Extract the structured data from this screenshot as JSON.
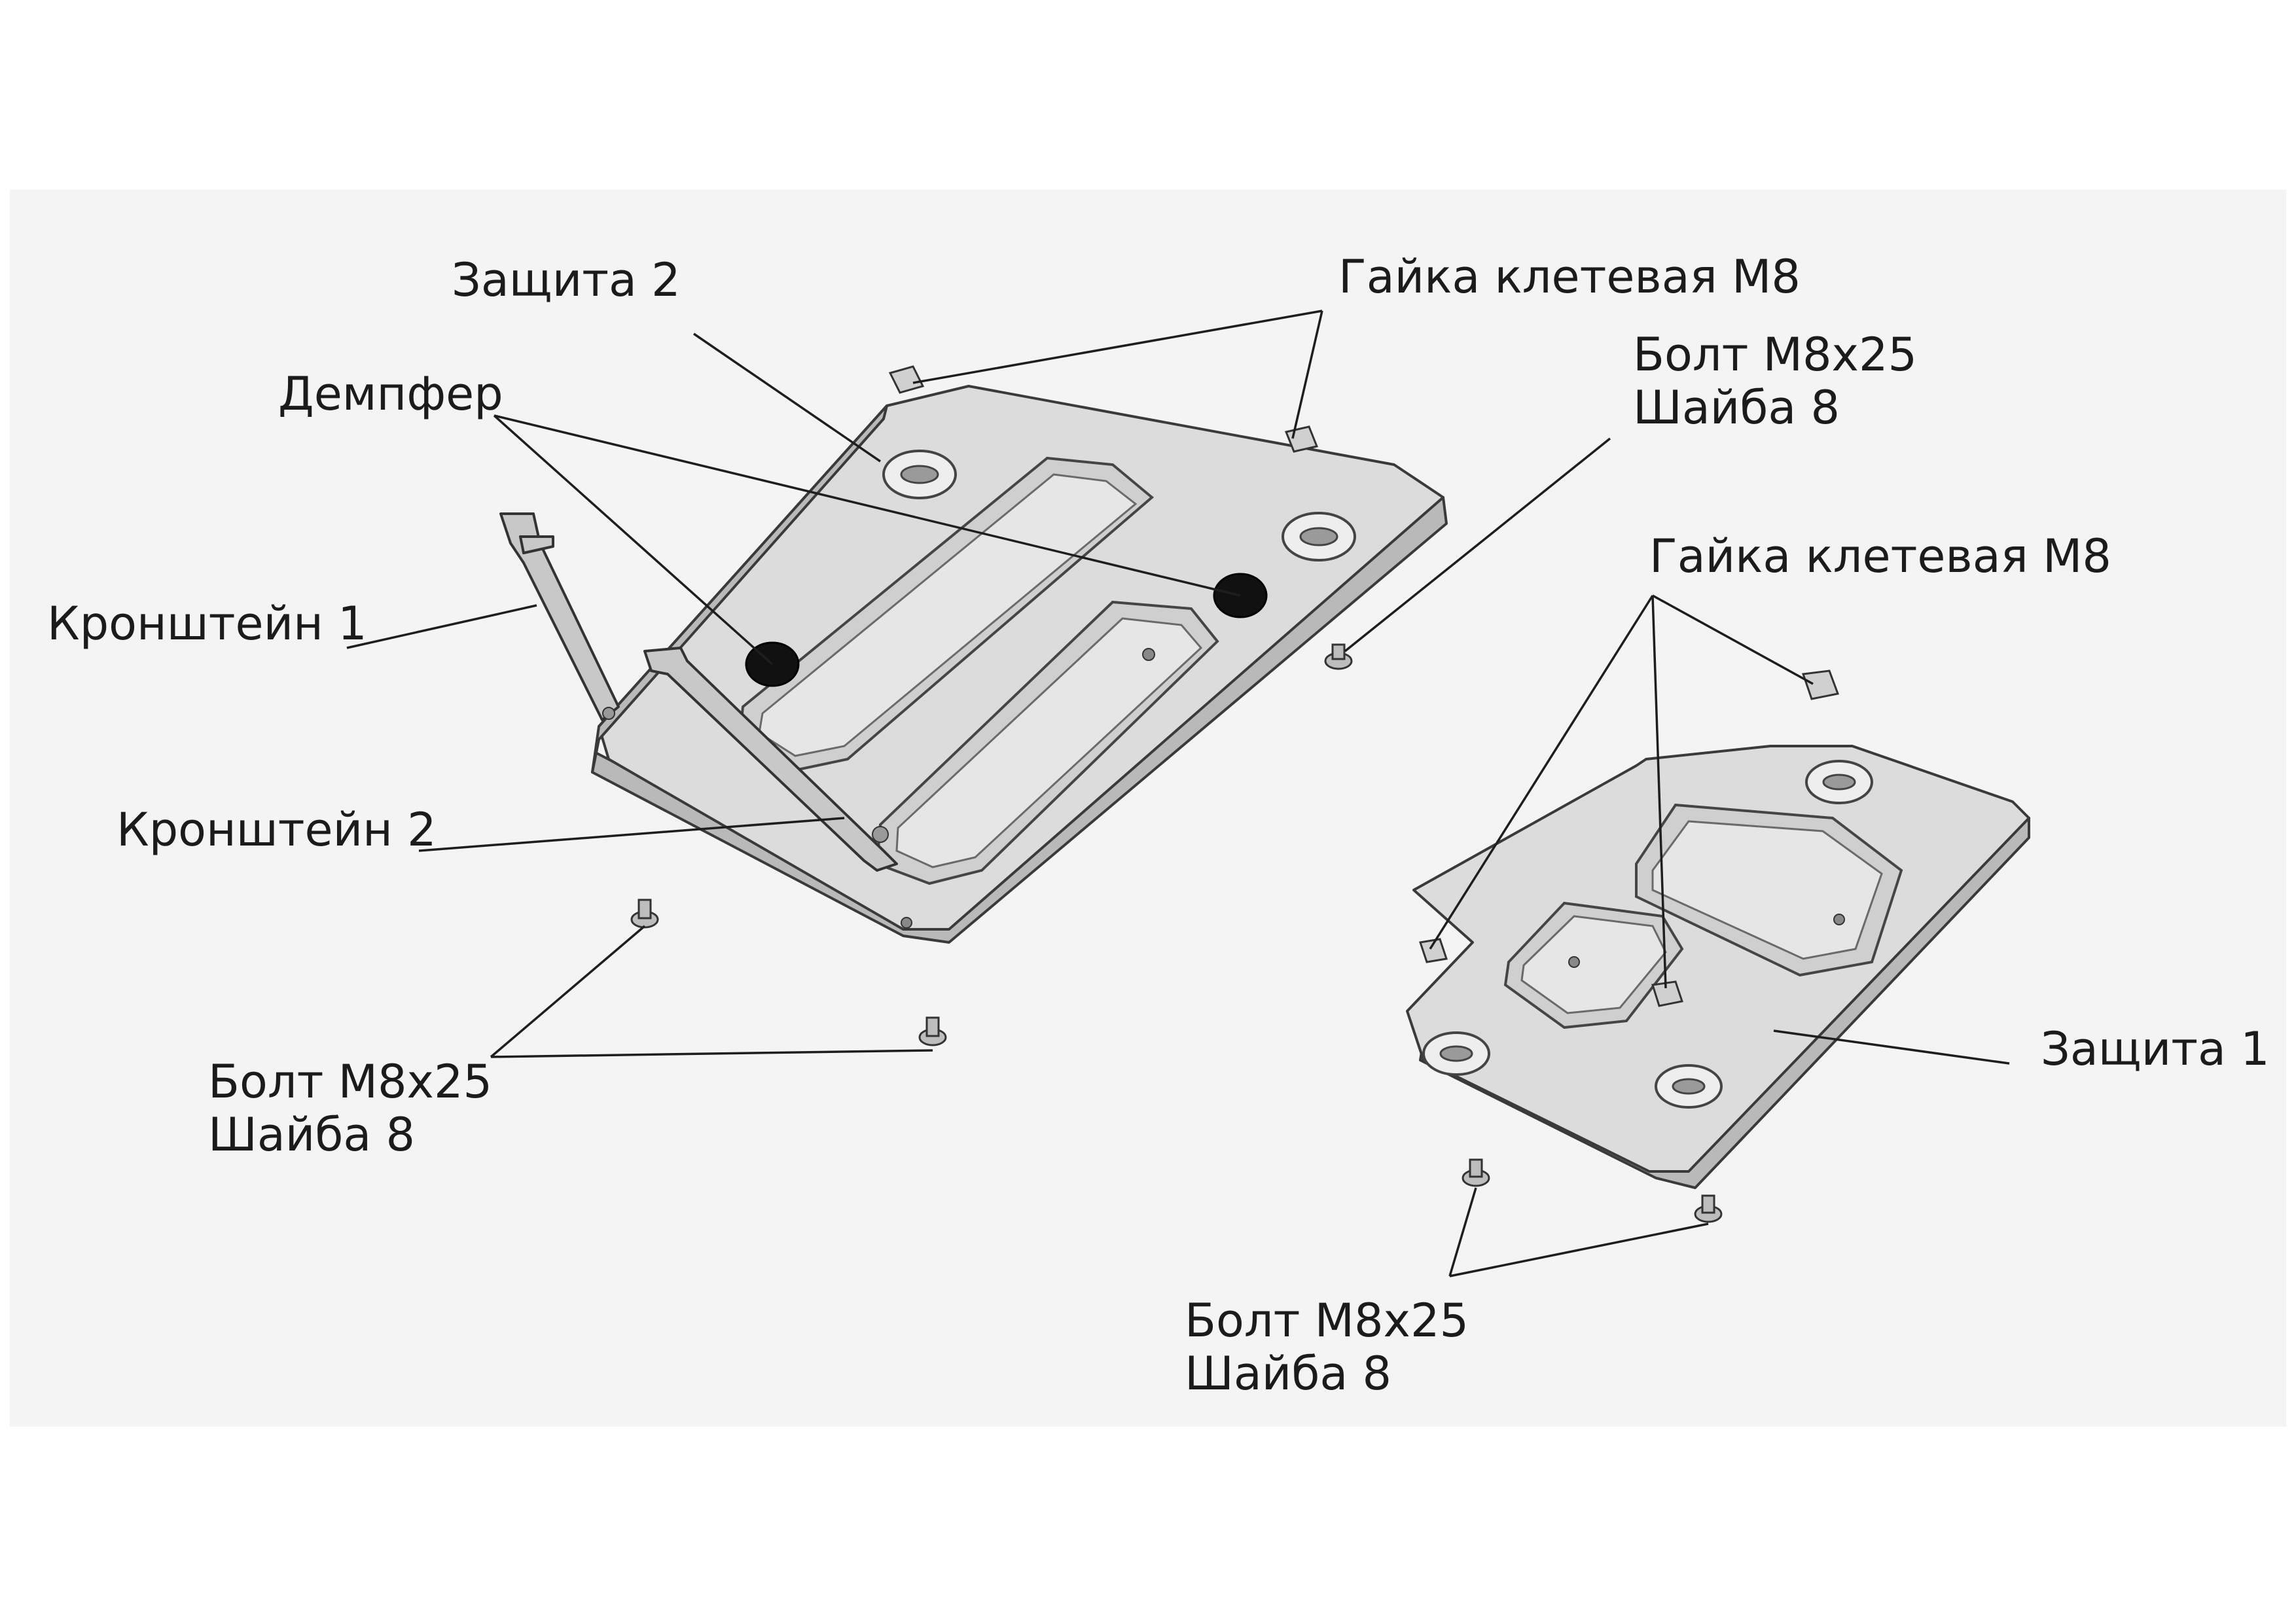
{
  "labels": {
    "guard2": "Защита 2",
    "cage_nut_top": "Гайка клетевая М8",
    "bolt_top_right_line1": "Болт М8х25",
    "bolt_top_right_line2": "Шайба 8",
    "damper": "Демпфер",
    "cage_nut_right": "Гайка клетевая М8",
    "bracket1": "Кронштейн 1",
    "bracket2": "Кронштейн 2",
    "bolt_left_line1": "Болт М8х25",
    "bolt_left_line2": "Шайба 8",
    "guard1": "Защита 1",
    "bolt_bottom_line1": "Болт М8х25",
    "bolt_bottom_line2": "Шайба 8"
  }
}
